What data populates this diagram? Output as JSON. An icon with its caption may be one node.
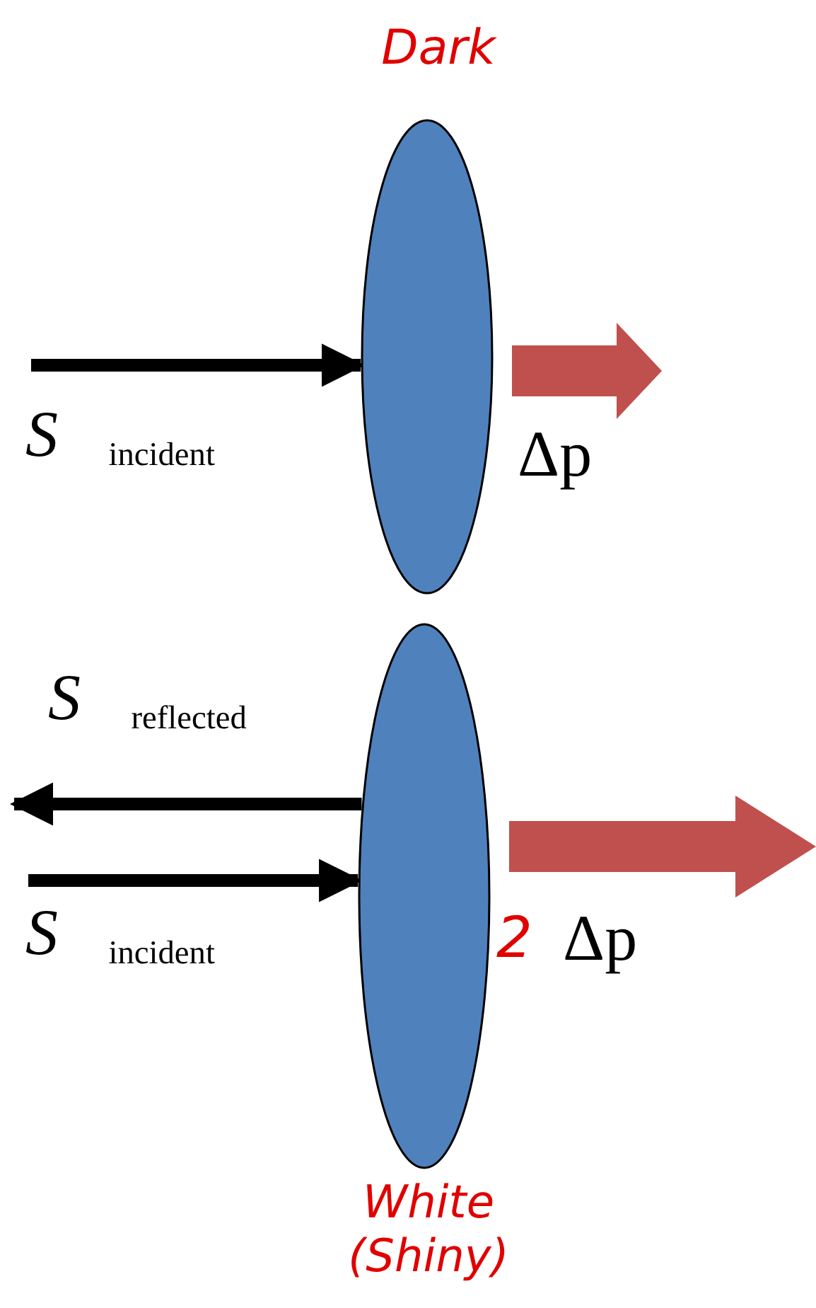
{
  "diagram": {
    "nodes": [
      {
        "text": [],
        "shape": "ellipse"
      },
      {
        "text": [],
        "shape": "ellipse",
        "beside": [
          "2"
        ]
      }
    ],
    "edges": [
      {
        "from": null,
        "to": 0,
        "arrow": "to",
        "label": "*S⃗*$_{incident}$"
      },
      {
        "from": 1,
        "to": null,
        "arrow": "to",
        "label": "*S⃗*$_{reflected}$"
      },
      {
        "from": null,
        "to": 1,
        "arrow": "to",
        "label": "*S⃗*$_{incident}$"
      }
    ],
    "labels": [
      "Dark",
      "Δp",
      "Δp",
      "White (Shiny)"
    ]
  }
}
